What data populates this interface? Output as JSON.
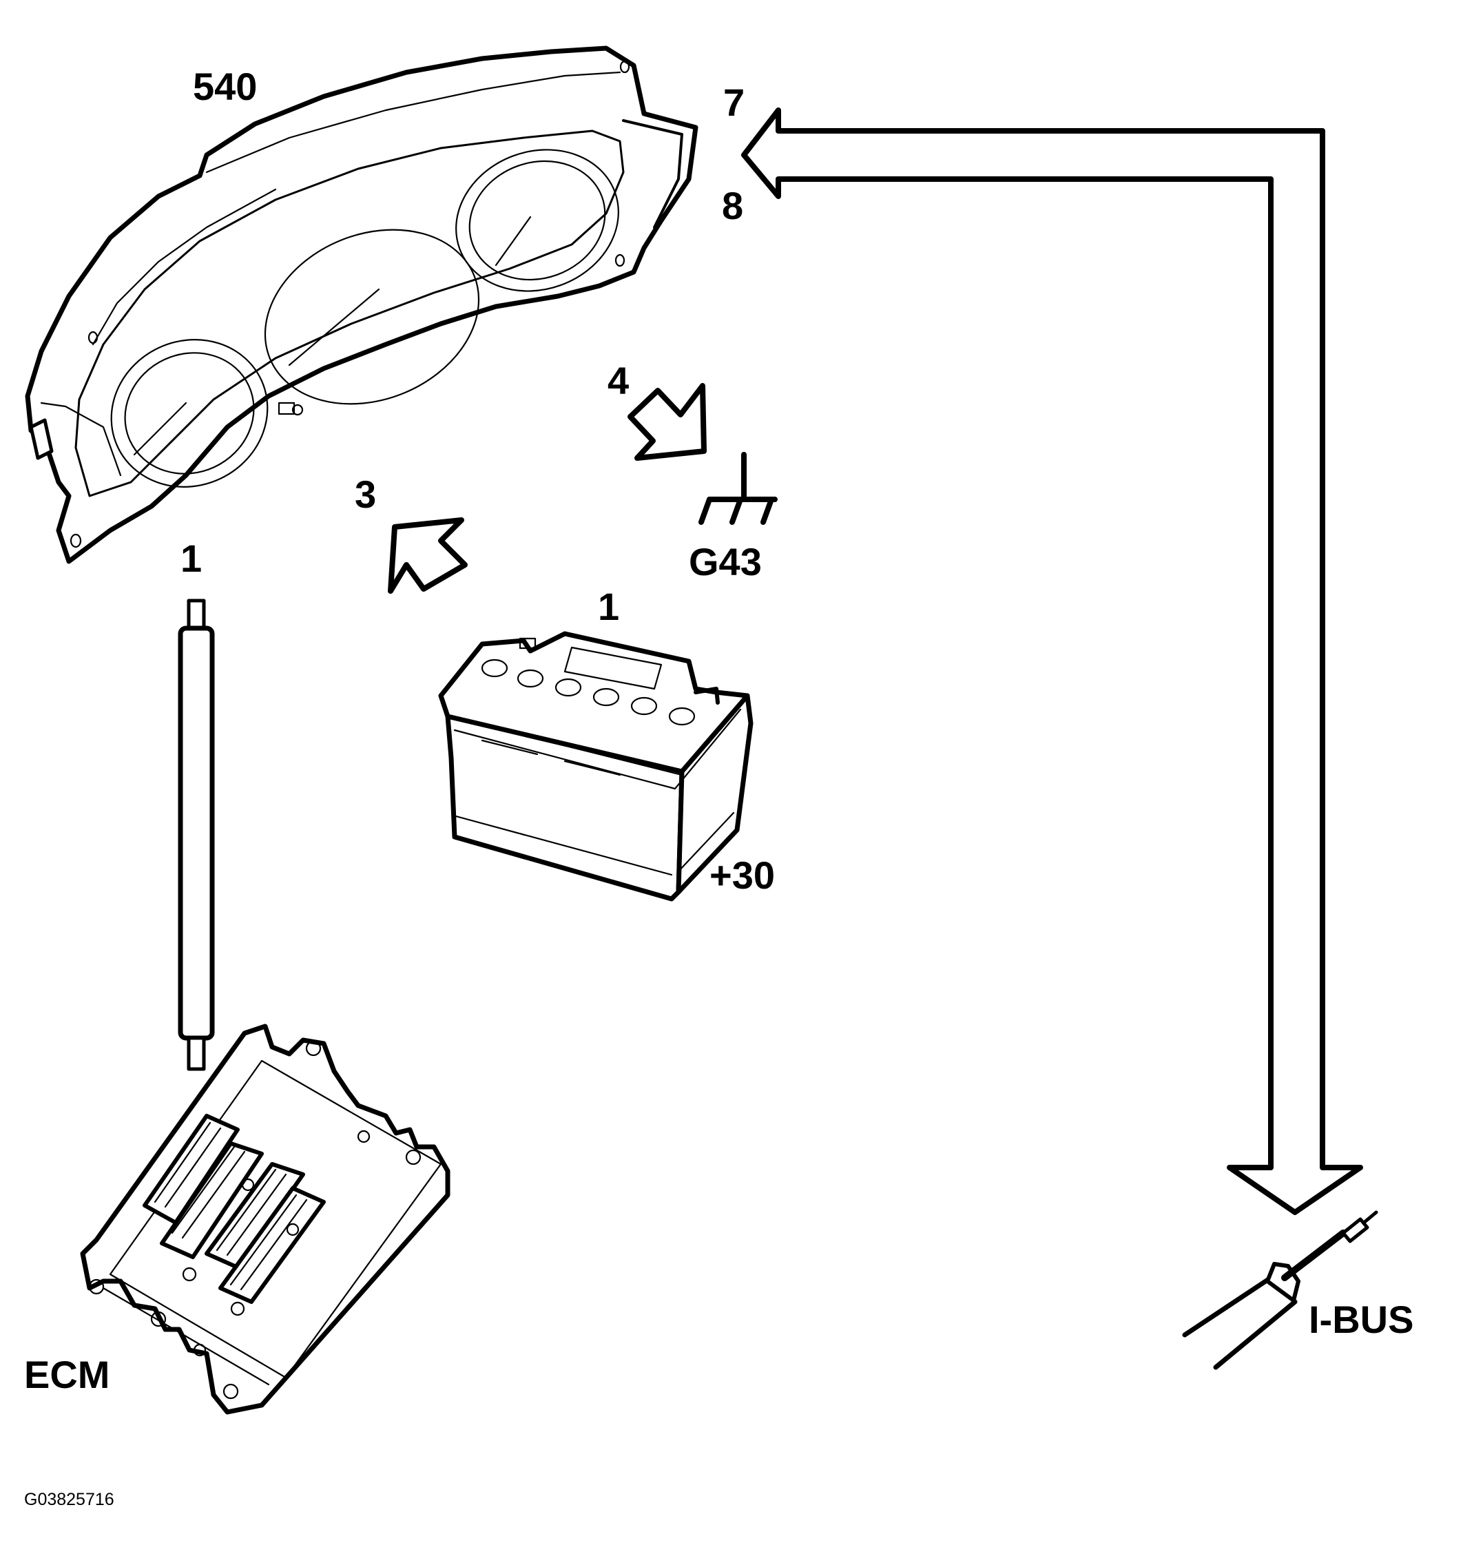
{
  "labels": {
    "cluster": "540",
    "pin_7": "7",
    "pin_8": "8",
    "pin_4": "4",
    "pin_3": "3",
    "pin_1_cluster": "1",
    "pin_1_battery": "1",
    "ground": "G43",
    "battery_terminal": "+30",
    "ecm": "ECM",
    "bus": "I-BUS",
    "figure_id": "G03825716"
  },
  "colors": {
    "line": "#000000",
    "background": "#ffffff"
  },
  "icons": {
    "cluster": "instrument-cluster-icon",
    "battery": "battery-icon",
    "ground": "ground-symbol-icon",
    "ecm": "ecm-module-icon",
    "wire": "wire-connector-icon",
    "bus": "bus-cable-icon"
  }
}
